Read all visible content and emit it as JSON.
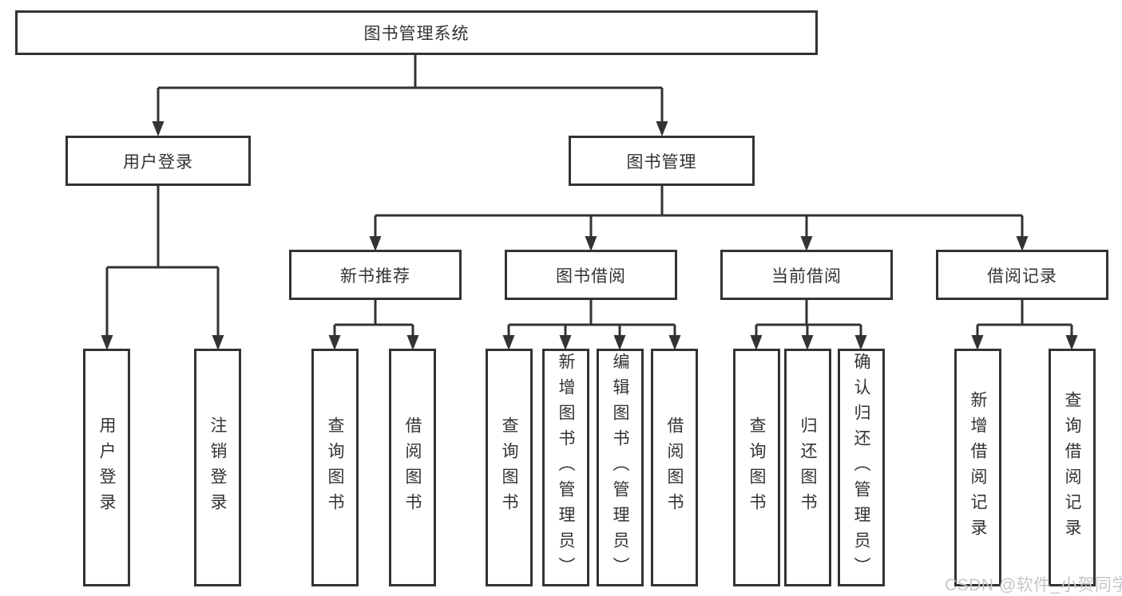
{
  "tree": {
    "root": {
      "label": "图书管理系统",
      "children": [
        {
          "label": "用户登录",
          "children": [
            {
              "label": "用户登录"
            },
            {
              "label": "注销登录"
            }
          ]
        },
        {
          "label": "图书管理",
          "children": [
            {
              "label": "新书推荐",
              "children": [
                {
                  "label": "查询图书"
                },
                {
                  "label": "借阅图书"
                }
              ]
            },
            {
              "label": "图书借阅",
              "children": [
                {
                  "label": "查询图书"
                },
                {
                  "label": "新增图书（管理员）"
                },
                {
                  "label": "编辑图书（管理员）"
                },
                {
                  "label": "借阅图书"
                }
              ]
            },
            {
              "label": "当前借阅",
              "children": [
                {
                  "label": "查询图书"
                },
                {
                  "label": "归还图书"
                },
                {
                  "label": "确认归还（管理员）"
                }
              ]
            },
            {
              "label": "借阅记录",
              "children": [
                {
                  "label": "新增借阅记录"
                },
                {
                  "label": "查询借阅记录"
                }
              ]
            }
          ]
        }
      ]
    }
  },
  "watermark": "CSDN @软件_小贺同学",
  "colors": {
    "line": "#333333",
    "box_border": "#333333",
    "text": "#333333",
    "watermark": "#c7c7cb",
    "background": "#ffffff"
  }
}
